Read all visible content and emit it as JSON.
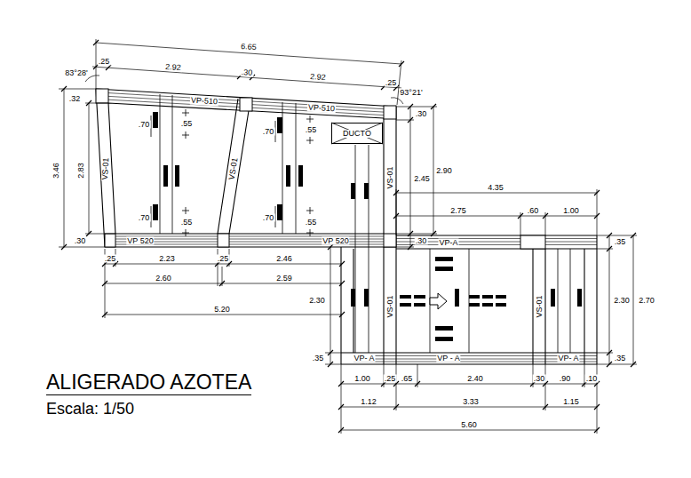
{
  "diagram": {
    "title": "ALIGERADO AZOTEA",
    "caption": "Escala: 1/50",
    "nodes": [
      {
        "text": [
          "DUCTO"
        ]
      }
    ],
    "labels": [
      "6.65",
      "83°28'",
      ".25",
      "2.92",
      ".30",
      "2.92",
      ".25",
      "93°21'",
      ".32",
      "3.46",
      "2.83",
      ".30",
      "VS-01",
      "VP-510",
      "VP-510",
      ".70",
      ".55",
      ".70",
      ".55",
      "VS-01",
      ".70",
      ".55",
      ".70",
      ".55",
      "VS-01",
      ".30",
      "2.90",
      "2.45",
      "4.35",
      "2.75",
      ".60",
      "1.00",
      "VP 520",
      "VP 520",
      ".30",
      "VP-A",
      ".25",
      "2.23",
      ".25",
      "2.46",
      "2.60",
      "2.59",
      "2.30",
      "5.20",
      "VS-01",
      "VS-01",
      ".35",
      "2.30",
      "2.70",
      ".35",
      ".35",
      "VP- A",
      "VP - A",
      "VP- A",
      "1.00",
      ".25",
      ".65",
      "2.40",
      ".30",
      ".90",
      ".10",
      "1.12",
      "3.33",
      "1.15",
      "5.60"
    ]
  }
}
